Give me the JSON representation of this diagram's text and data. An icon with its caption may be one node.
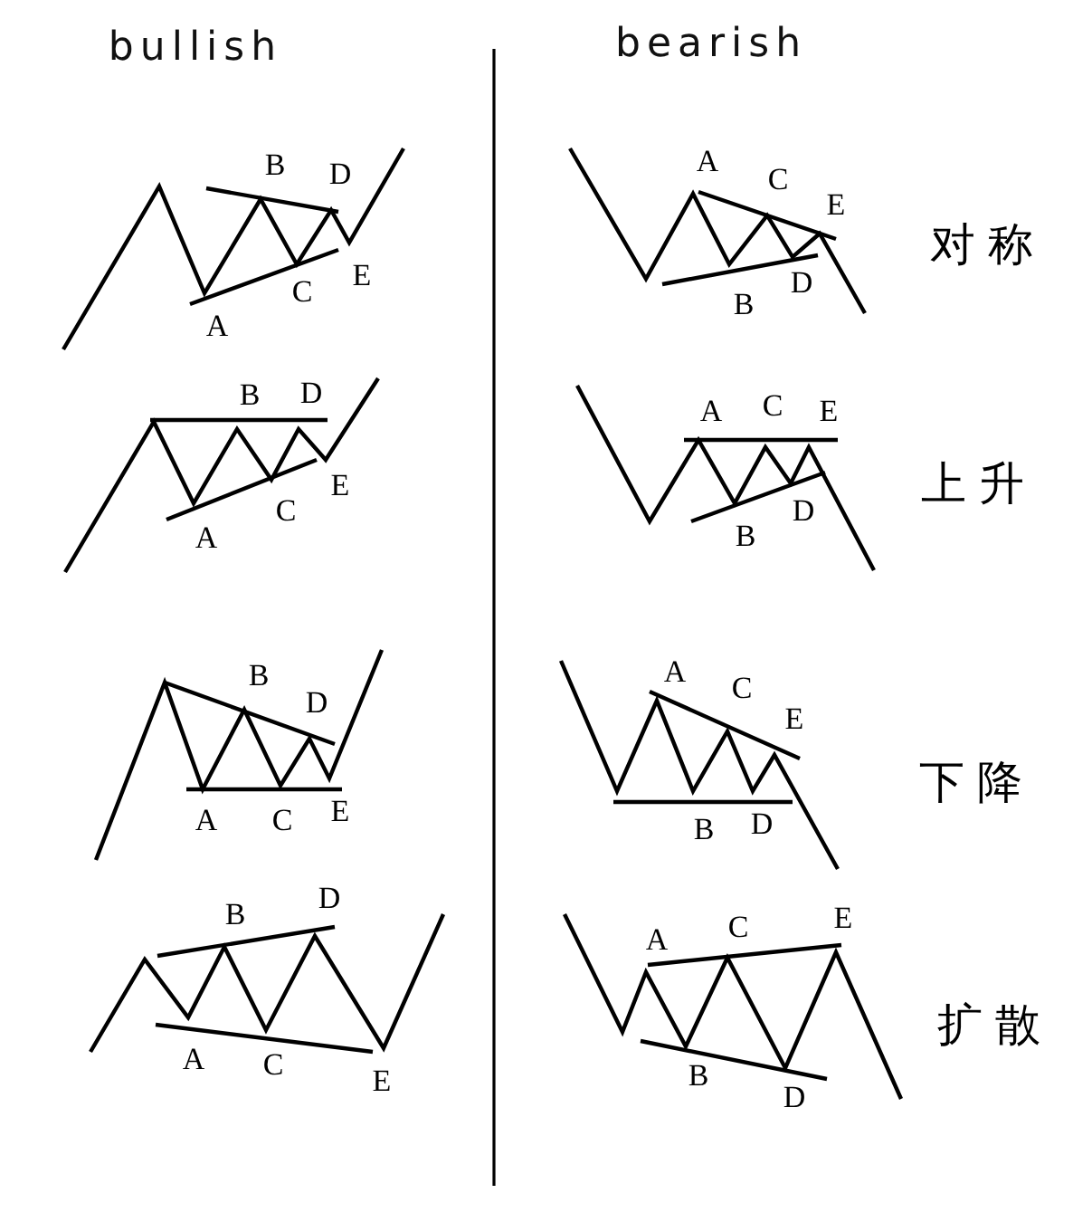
{
  "diagram": {
    "labels": [
      "bullish",
      "bearish",
      "A",
      "B",
      "C",
      "D",
      "E",
      "A",
      "B",
      "C",
      "D",
      "E",
      "对称",
      "A",
      "B",
      "C",
      "D",
      "E",
      "A",
      "B",
      "C",
      "D",
      "E",
      "上升",
      "A",
      "B",
      "C",
      "D",
      "E",
      "A",
      "B",
      "C",
      "D",
      "E",
      "下降",
      "A",
      "B",
      "C",
      "D",
      "E",
      "A",
      "B",
      "C",
      "D",
      "E",
      "扩散"
    ]
  }
}
